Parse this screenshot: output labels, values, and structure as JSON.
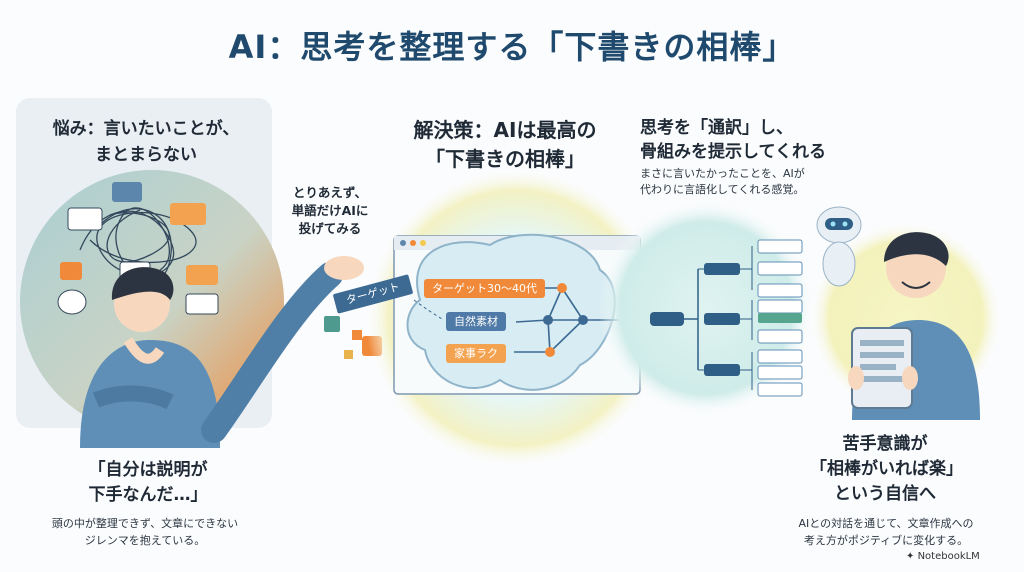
{
  "title": "AI：思考を整理する「下書きの相棒」",
  "left": {
    "heading_line1": "悩み：言いたいことが、",
    "heading_line2": "まとまらない",
    "bottom_line1": "「自分は説明が",
    "bottom_line2": "下手なんだ…」",
    "caption_line1": "頭の中が整理できず、文章にできない",
    "caption_line2": "ジレンマを抱えている。"
  },
  "note": {
    "line1": "とりあえず、",
    "line2": "単語だけAIに",
    "line3": "投げてみる"
  },
  "middle": {
    "heading_line1": "解決策：AIは最高の",
    "heading_line2": "「下書きの相棒」",
    "keywords": [
      "ターゲット30〜40代",
      "自然素材",
      "家事ラク"
    ],
    "tag": "ターゲット"
  },
  "right": {
    "heading_line1": "思考を「通訳」し、",
    "heading_line2": "骨組みを提示してくれる",
    "sub_line1": "まさに言いたかったことを、AIが",
    "sub_line2": "代わりに言語化してくれる感覚。",
    "bottom_line1": "苦手意識が",
    "bottom_line2": "「相棒がいれば楽」",
    "bottom_line3": "という自信へ",
    "caption_line1": "AIとの対話を通じて、文章作成への",
    "caption_line2": "考え方がポジティブに変化する。"
  },
  "brand": "NotebookLM",
  "colors": {
    "title": "#1f4a6e",
    "accent_orange": "#f08a3a",
    "accent_blue": "#4f79a6",
    "teal_glow": "#cdeeea",
    "yellow_glow": "#f4f3b8"
  }
}
